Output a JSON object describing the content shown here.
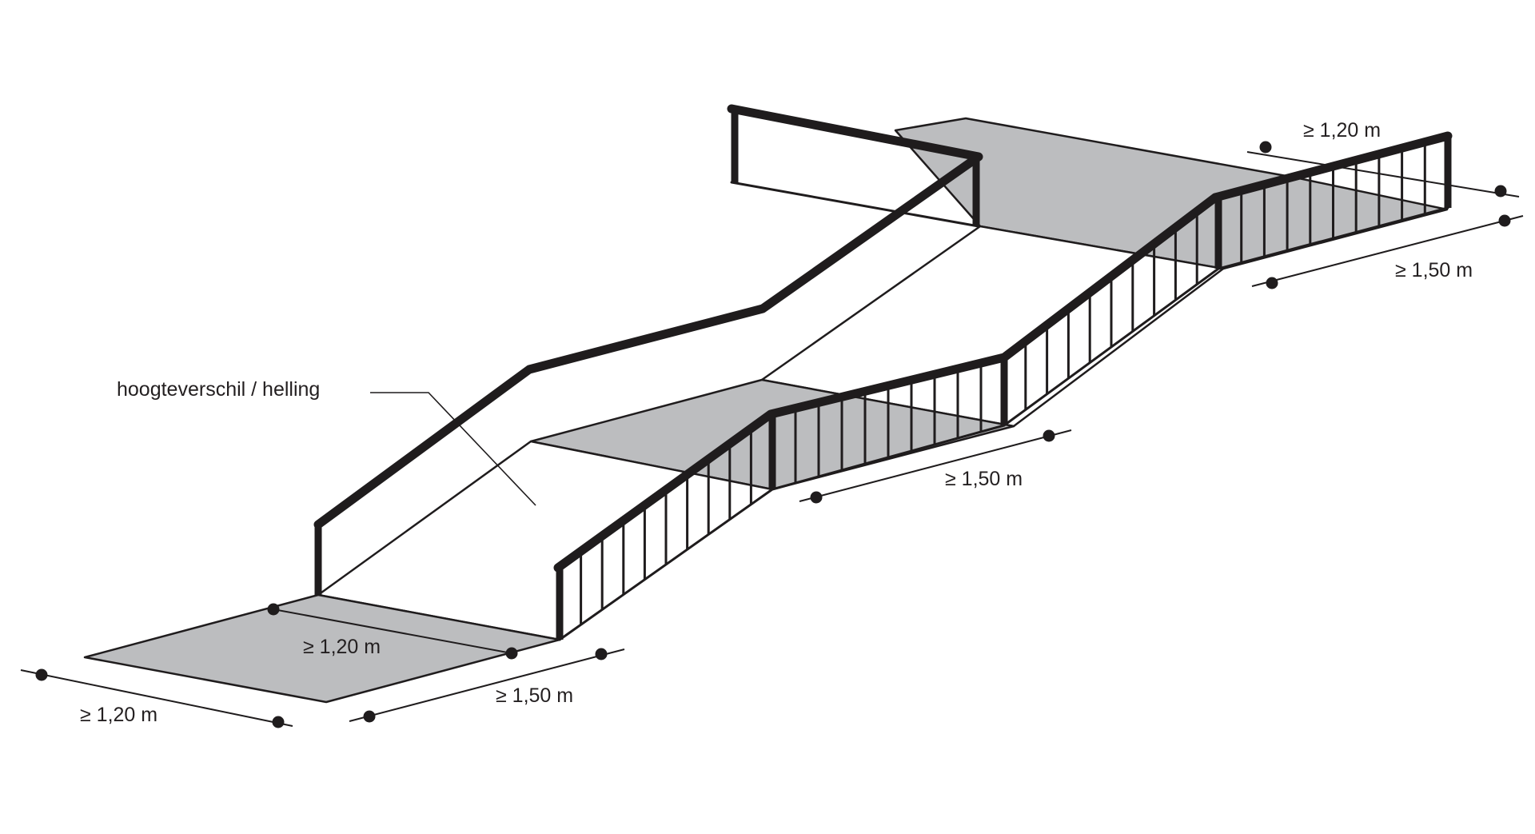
{
  "diagram": {
    "annotation": "hoogteverschil / helling",
    "dimensions": [
      {
        "id": "bottom-landing-width",
        "label": "≥ 1,20 m"
      },
      {
        "id": "bottom-landing-inner-width",
        "label": "≥ 1,20 m"
      },
      {
        "id": "bottom-landing-depth",
        "label": "≥ 1,50 m"
      },
      {
        "id": "middle-landing-depth",
        "label": "≥ 1,50 m"
      },
      {
        "id": "top-landing-width",
        "label": "≥ 1,20 m"
      },
      {
        "id": "top-landing-depth",
        "label": "≥ 1,50 m"
      }
    ]
  },
  "colors": {
    "ink": "#1f1c1d",
    "landing_fill": "#bcbdbf",
    "background": "#ffffff"
  }
}
